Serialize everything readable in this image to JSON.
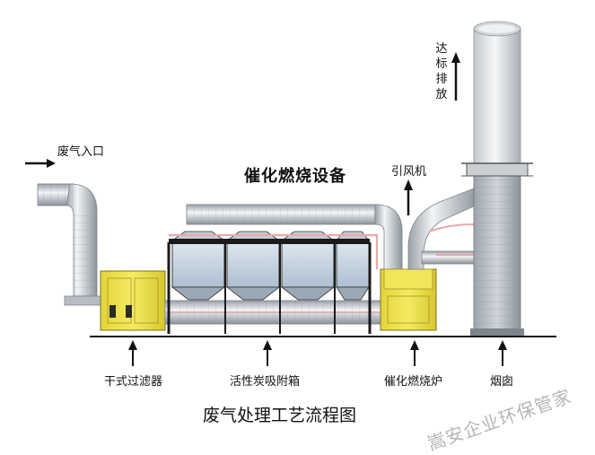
{
  "diagram": {
    "title": "废气处理工艺流程图",
    "equipment_title": "催化燃烧设备",
    "inlet_label": "废气入口",
    "fan_label": "引风机",
    "discharge_label": "达标排放",
    "labels": {
      "filter": "干式过滤器",
      "carbon": "活性炭吸附箱",
      "furnace": "催化燃烧炉",
      "chimney": "烟囱"
    },
    "watermark": "嵩安企业环保管家",
    "colors": {
      "filter": "#efe34a",
      "furnace": "#efe34a",
      "box_glass": "#c9d8e6",
      "duct": "#d4d8dc",
      "hot_pipe": "#e9a9aa",
      "chimney_upper": "#e5e7ea",
      "chimney_lower": "#b8bec5",
      "frame": "#1a1a1a"
    }
  }
}
